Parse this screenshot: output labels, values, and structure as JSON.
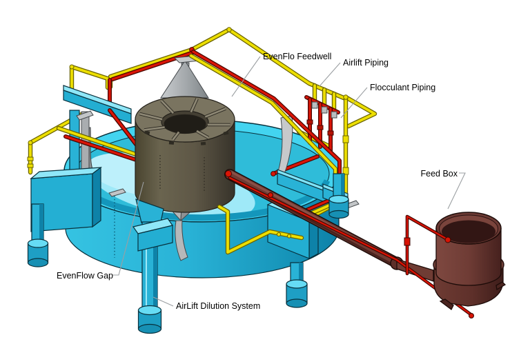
{
  "labels": [
    {
      "id": "evenflo-feedwell",
      "text": "EvenFlo Feedwell"
    },
    {
      "id": "airlift-piping",
      "text": "Airlift Piping"
    },
    {
      "id": "flocculant-piping",
      "text": "Flocculant Piping"
    },
    {
      "id": "feed-box",
      "text": "Feed Box"
    },
    {
      "id": "evenflow-gap",
      "text": "EvenFlow Gap"
    },
    {
      "id": "airlift-dilution-system",
      "text": "AirLift Dilution System"
    }
  ],
  "colors": {
    "tank_cyan": "#29b2d6",
    "tank_cyan_light": "#8fe7f8",
    "tank_cyan_dark": "#0e82a8",
    "feedwell_olive": "#5c5645",
    "feedwell_olive_light": "#7a7460",
    "pipe_yellow": "#eddf00",
    "pipe_red": "#d81304",
    "feed_maroon": "#6f3c34",
    "steel_gray": "#b9bdbf",
    "leader_gray": "#9b9fa2",
    "background": "#ffffff"
  }
}
